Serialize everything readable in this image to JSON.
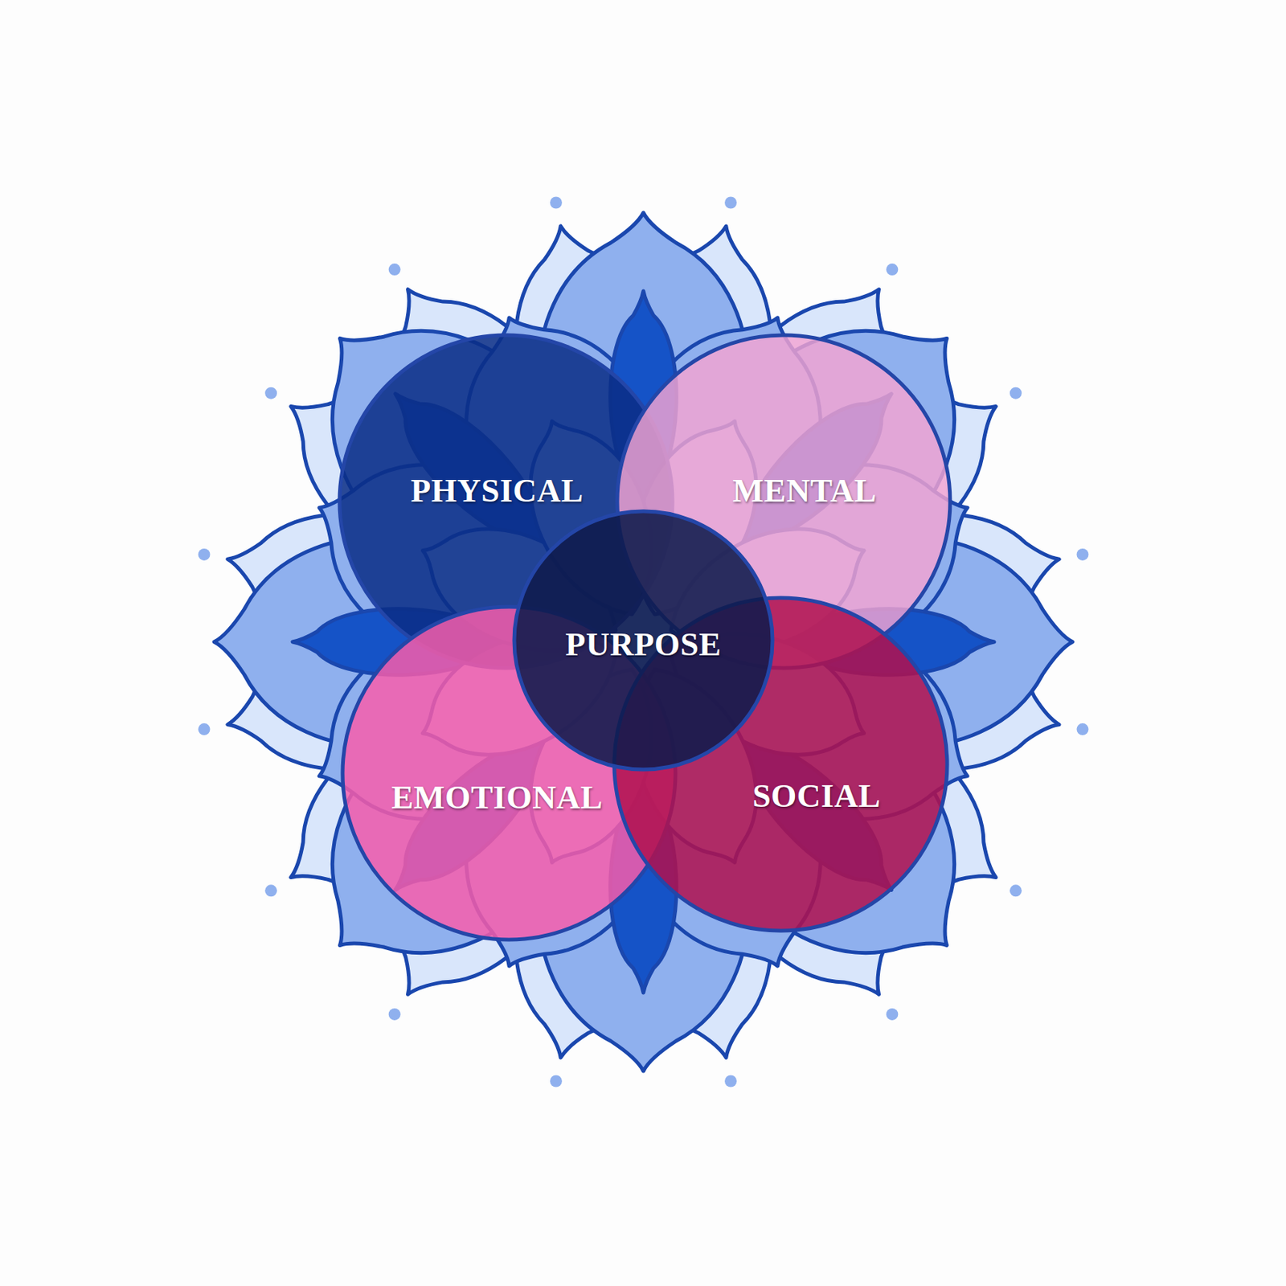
{
  "diagram": {
    "nodes": [
      {
        "text": [
          "PHYSICAL"
        ]
      },
      {
        "text": [
          "MENTAL"
        ]
      },
      {
        "text": [
          "PURPOSE"
        ]
      },
      {
        "text": [
          "EMOTIONAL"
        ]
      },
      {
        "text": [
          "SOCIAL"
        ]
      }
    ]
  }
}
